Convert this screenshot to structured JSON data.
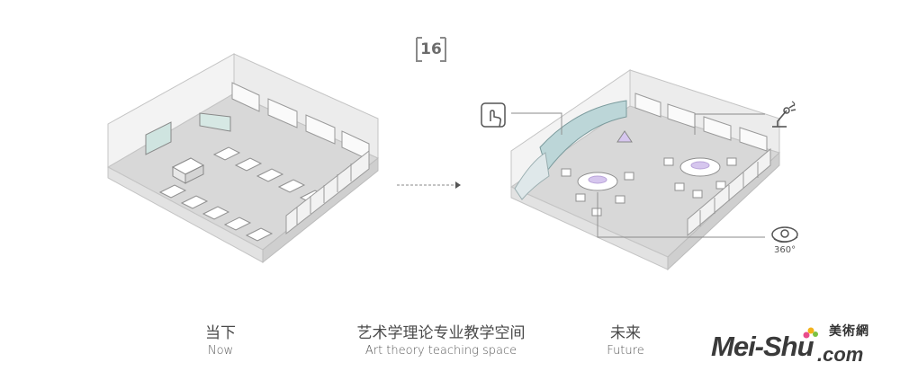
{
  "badge": {
    "number": "16"
  },
  "captions": {
    "now": {
      "cn": "当下",
      "en": "Now"
    },
    "middle": {
      "cn": "艺术学理论专业教学空间",
      "en": "Art theory teaching space"
    },
    "future": {
      "cn": "未来",
      "en": "Future"
    }
  },
  "icons": {
    "touch": "touch-screen-icon",
    "robot": "robot-arm-icon",
    "vr": "vr-360-icon"
  },
  "vr_label": "360°",
  "logo": {
    "cn": "美術網",
    "main": "Mei-Shu",
    "domain": ".com"
  },
  "colors": {
    "line": "#8a8a8a",
    "floor": "#d9d9d9",
    "wall": "#f4f4f4",
    "screen": "#bcd6d8",
    "accent": "#b9a3d9"
  }
}
